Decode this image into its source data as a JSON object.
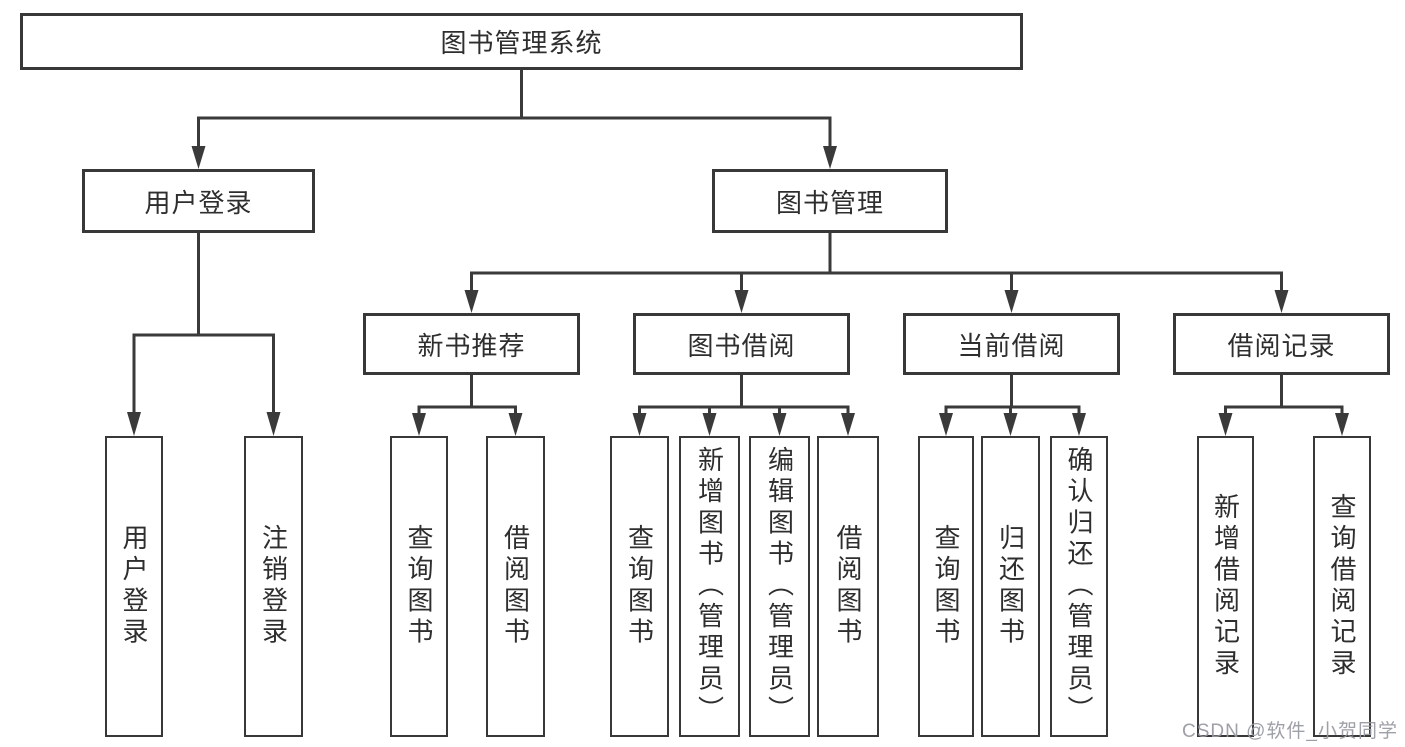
{
  "diagram_title": "图书管理系统",
  "nodes": {
    "root": {
      "label": "图书管理系统"
    },
    "level2": [
      {
        "label": "用户登录"
      },
      {
        "label": "图书管理"
      }
    ],
    "level3": [
      {
        "label": "新书推荐",
        "parent": "图书管理"
      },
      {
        "label": "图书借阅",
        "parent": "图书管理"
      },
      {
        "label": "当前借阅",
        "parent": "图书管理"
      },
      {
        "label": "借阅记录",
        "parent": "图书管理"
      }
    ],
    "leaves": [
      {
        "label": "用户登录",
        "parent": "用户登录"
      },
      {
        "label": "注销登录",
        "parent": "用户登录"
      },
      {
        "label": "查询图书",
        "parent": "新书推荐"
      },
      {
        "label": "借阅图书",
        "parent": "新书推荐"
      },
      {
        "label": "查询图书",
        "parent": "图书借阅"
      },
      {
        "label": "新增图书（管理员）",
        "parent": "图书借阅"
      },
      {
        "label": "编辑图书（管理员）",
        "parent": "图书借阅"
      },
      {
        "label": "借阅图书",
        "parent": "图书借阅"
      },
      {
        "label": "查询图书",
        "parent": "当前借阅"
      },
      {
        "label": "归还图书",
        "parent": "当前借阅"
      },
      {
        "label": "确认归还（管理员）",
        "parent": "当前借阅"
      },
      {
        "label": "新增借阅记录",
        "parent": "借阅记录"
      },
      {
        "label": "查询借阅记录",
        "parent": "借阅记录"
      }
    ]
  },
  "watermark": {
    "text": "CSDN @软件_小贺同学"
  },
  "colors": {
    "line": "#3a3a3a",
    "border": "#383838",
    "text": "#2e2e2e",
    "box_background": "#ffffff",
    "background": "#ffffff",
    "watermark": "#9698a0"
  }
}
